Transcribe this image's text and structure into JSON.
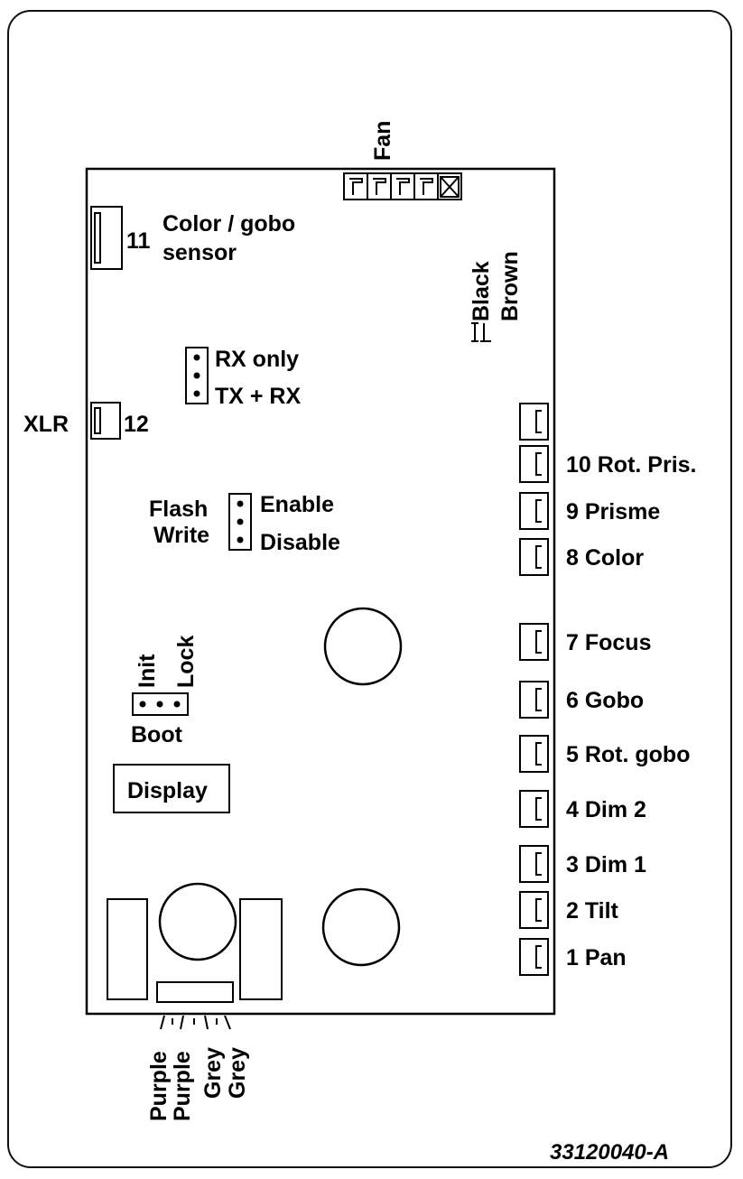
{
  "diagram": {
    "fan_label": "Fan",
    "color_gobo_sensor": {
      "number": "11",
      "line1": "Color / gobo",
      "line2": "sensor"
    },
    "fan_wires": {
      "black": "Black",
      "brown": "Brown"
    },
    "rx_jumper": {
      "rx_only": "RX only",
      "tx_rx": "TX + RX"
    },
    "xlr": {
      "label": "XLR",
      "number": "12"
    },
    "flash_write": {
      "line1": "Flash",
      "line2": "Write",
      "enable": "Enable",
      "disable": "Disable"
    },
    "boot_jumper": {
      "init": "Init",
      "lock": "Lock",
      "boot": "Boot"
    },
    "display_label": "Display",
    "connectors": [
      {
        "label": "10 Rot. Pris."
      },
      {
        "label": "9 Prisme"
      },
      {
        "label": "8 Color"
      },
      {
        "label": "7 Focus"
      },
      {
        "label": "6 Gobo"
      },
      {
        "label": "5 Rot. gobo"
      },
      {
        "label": "4 Dim 2"
      },
      {
        "label": "3 Dim 1"
      },
      {
        "label": "2 Tilt"
      },
      {
        "label": "1 Pan"
      }
    ],
    "bottom_wires": [
      "Purple",
      "Purple",
      "Grey",
      "Grey"
    ],
    "part_number": "33120040-A"
  }
}
